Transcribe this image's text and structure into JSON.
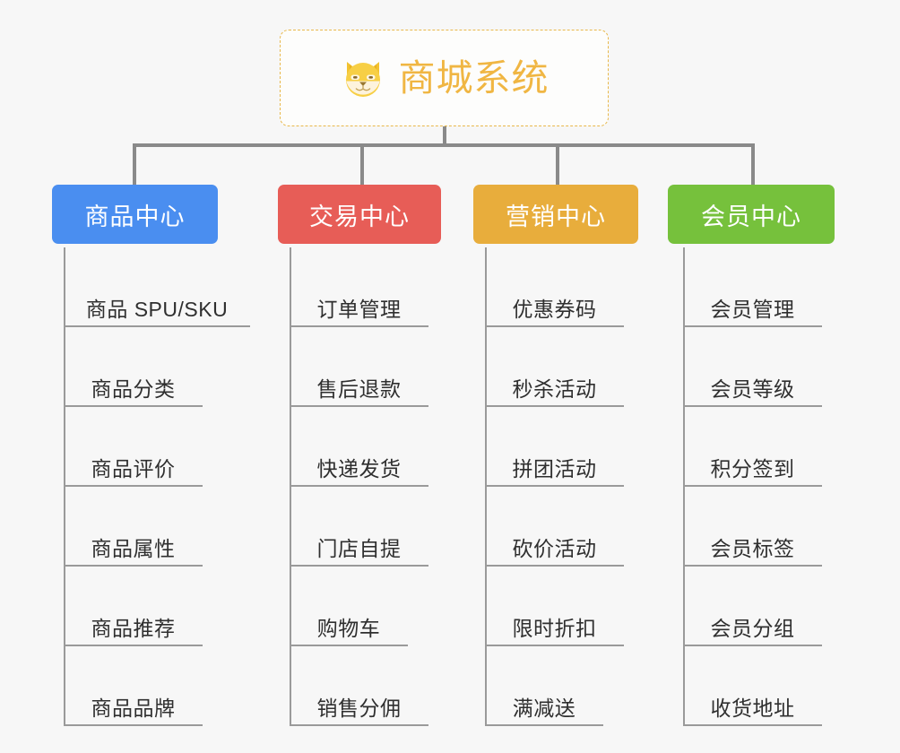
{
  "diagram": {
    "type": "org-chart",
    "background_color": "#f7f7f7",
    "connector_color": "#8a8a8a",
    "root": {
      "title": "商城系统",
      "icon": "shiba-dog-emoji",
      "border_color": "#e8b84b",
      "text_color": "#f0b643"
    },
    "branches": [
      {
        "label": "商品中心",
        "color": "#4a8ef0",
        "items": [
          "商品 SPU/SKU",
          "商品分类",
          "商品评价",
          "商品属性",
          "商品推荐",
          "商品品牌"
        ]
      },
      {
        "label": "交易中心",
        "color": "#e75d57",
        "items": [
          "订单管理",
          "售后退款",
          "快递发货",
          "门店自提",
          "购物车",
          "销售分佣"
        ]
      },
      {
        "label": "营销中心",
        "color": "#e8ad3c",
        "items": [
          "优惠券码",
          "秒杀活动",
          "拼团活动",
          "砍价活动",
          "限时折扣",
          "满减送"
        ]
      },
      {
        "label": "会员中心",
        "color": "#76c13c",
        "items": [
          "会员管理",
          "会员等级",
          "积分签到",
          "会员标签",
          "会员分组",
          "收货地址"
        ]
      }
    ]
  }
}
